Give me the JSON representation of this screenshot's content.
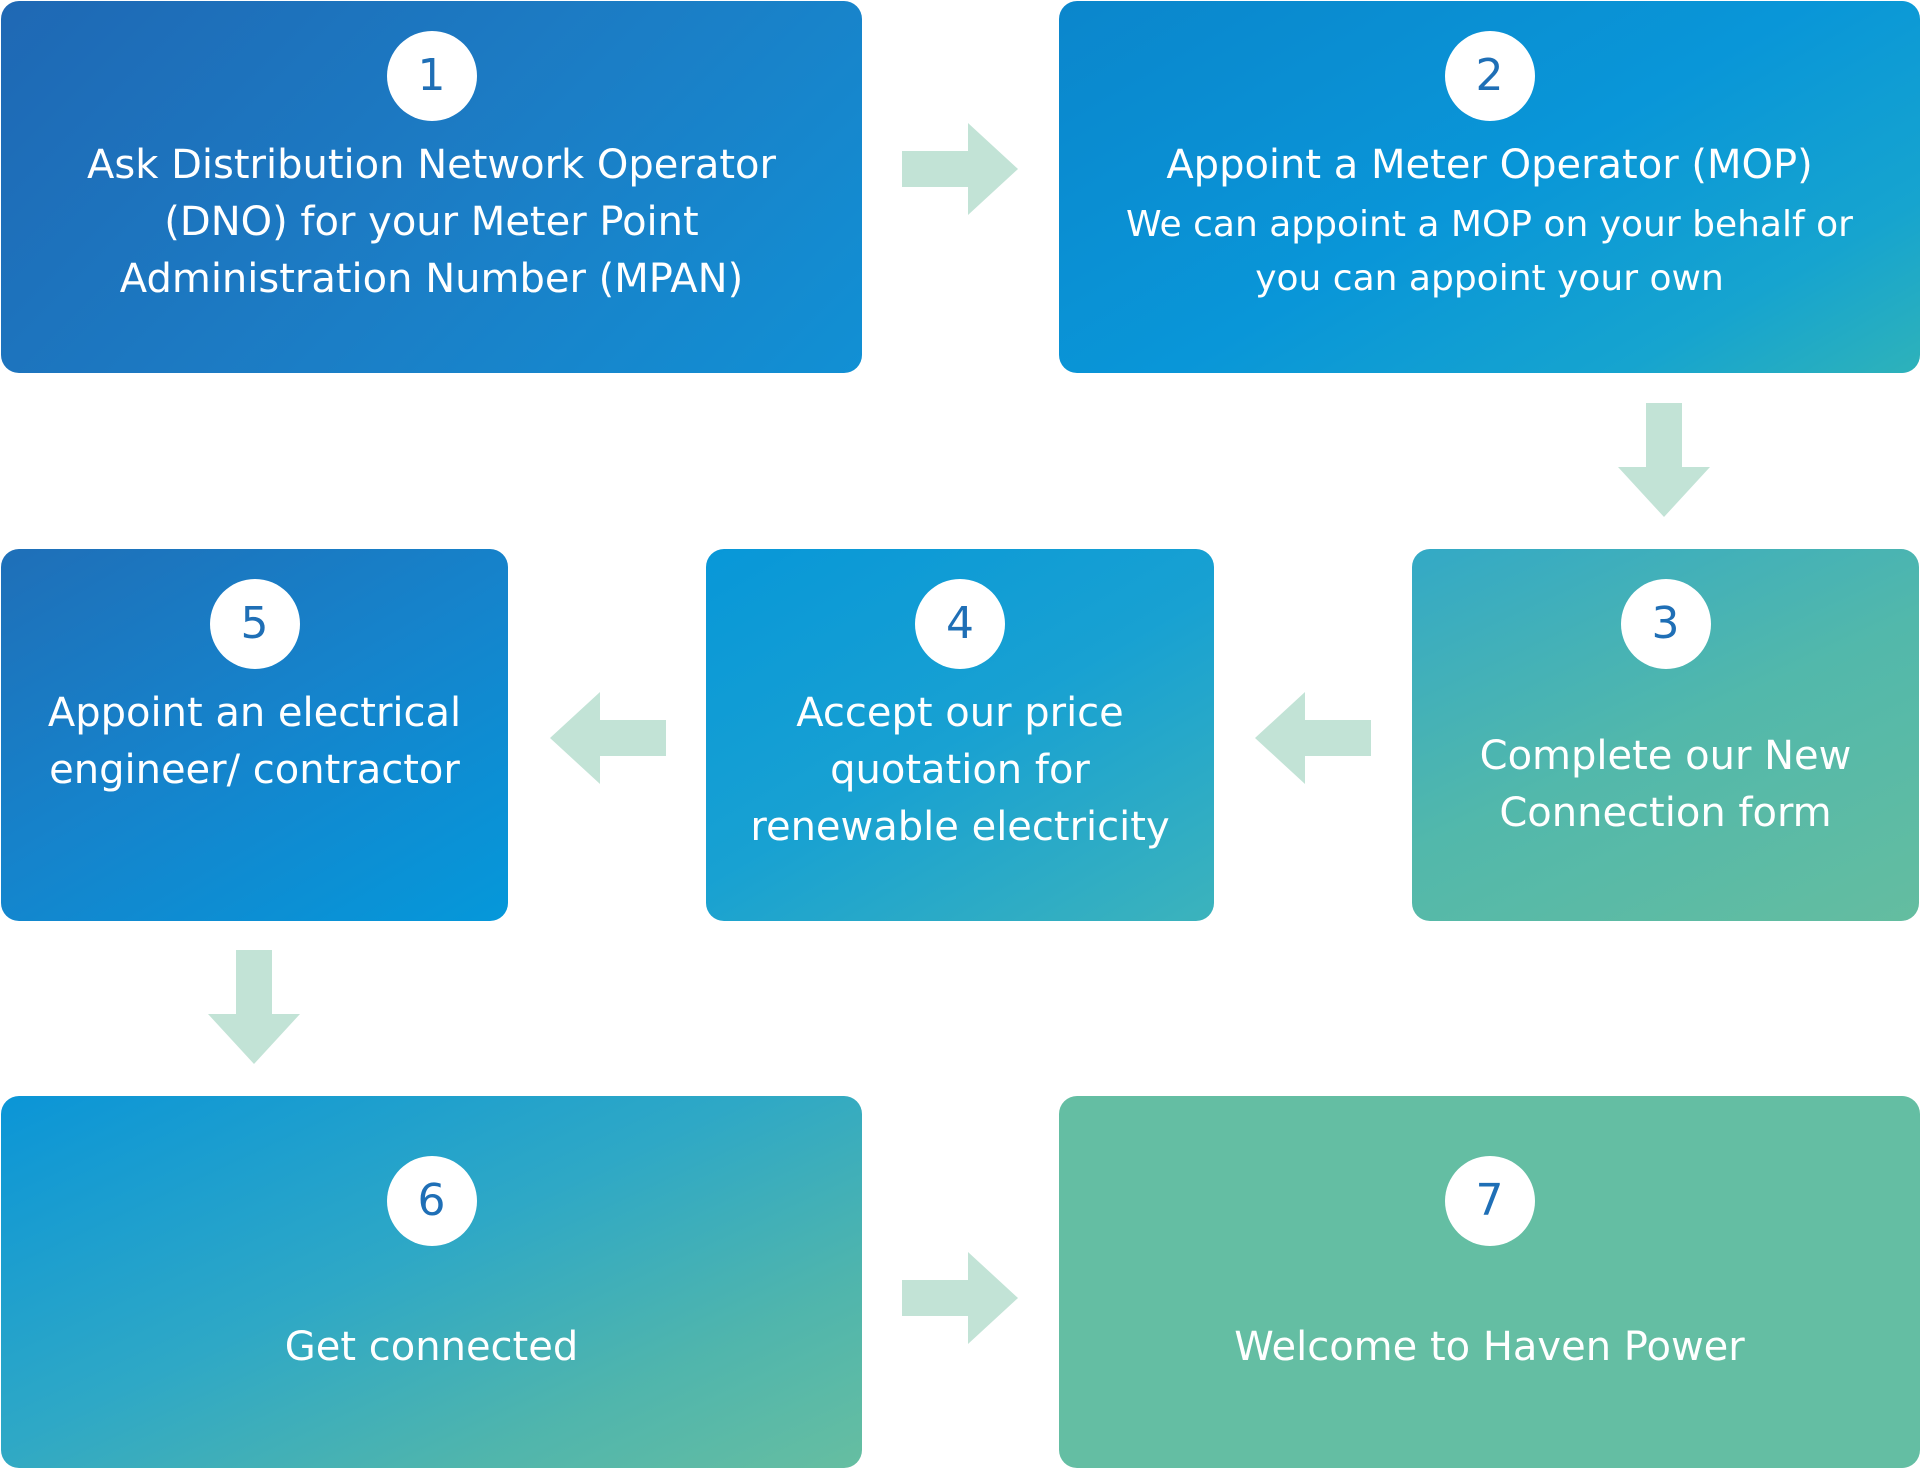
{
  "colors": {
    "arrow": "#c2e3d6",
    "badge_text": "#1f6fb6",
    "final_step": "#64bea3"
  },
  "steps": [
    {
      "number": "1",
      "title": "Ask Distribution Network Operator (DNO) for your Meter Point Administration Number (MPAN)"
    },
    {
      "number": "2",
      "title": "Appoint a Meter Operator (MOP)",
      "subtitle": "We can appoint a MOP on your behalf or you can appoint your own"
    },
    {
      "number": "3",
      "title": "Complete our New Connection form"
    },
    {
      "number": "4",
      "title": "Accept our price quotation for renewable electricity"
    },
    {
      "number": "5",
      "title": "Appoint an electrical engineer/ contractor"
    },
    {
      "number": "6",
      "title": "Get connected"
    },
    {
      "number": "7",
      "title": "Welcome to Haven Power"
    }
  ],
  "arrows": [
    {
      "from": "1",
      "to": "2",
      "direction": "right"
    },
    {
      "from": "2",
      "to": "3",
      "direction": "down"
    },
    {
      "from": "3",
      "to": "4",
      "direction": "left"
    },
    {
      "from": "4",
      "to": "5",
      "direction": "left"
    },
    {
      "from": "5",
      "to": "6",
      "direction": "down"
    },
    {
      "from": "6",
      "to": "7",
      "direction": "right"
    }
  ]
}
